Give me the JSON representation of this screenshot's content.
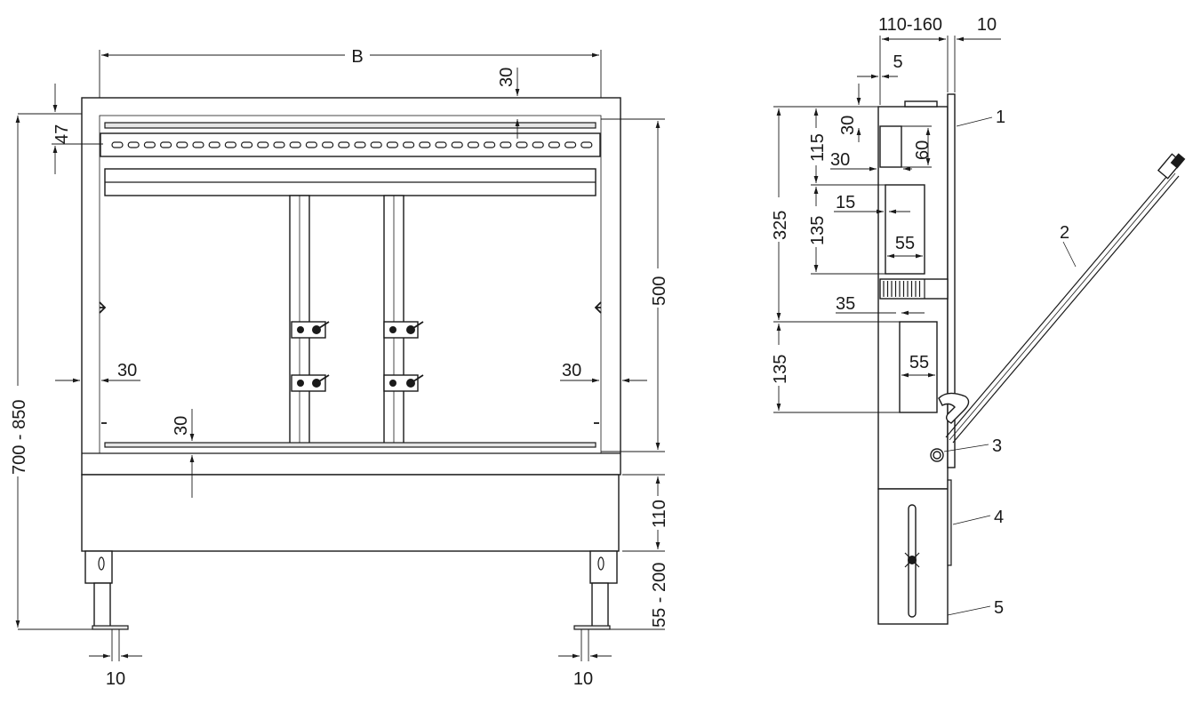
{
  "front_view": {
    "width_label": "B",
    "top_gap": "30",
    "rail_offset": "47",
    "left_gap": "30",
    "right_gap": "30",
    "bottom_gap": "30",
    "inner_height": "500",
    "total_height": "700 - 850",
    "plinth_height": "110",
    "foot_height": "55 - 200",
    "foot_left": "10",
    "foot_right": "10"
  },
  "side_view": {
    "depth": "110-160",
    "door_thickness": "10",
    "offset_5": "5",
    "d30_top": "30",
    "d115": "115",
    "d30_mid": "30",
    "d60": "60",
    "d325": "325",
    "d15": "15",
    "d135_top": "135",
    "d55_top": "55",
    "d35": "35",
    "d135_bottom": "135",
    "d55_bottom": "55"
  },
  "callouts": [
    "1",
    "2",
    "3",
    "4",
    "5"
  ]
}
